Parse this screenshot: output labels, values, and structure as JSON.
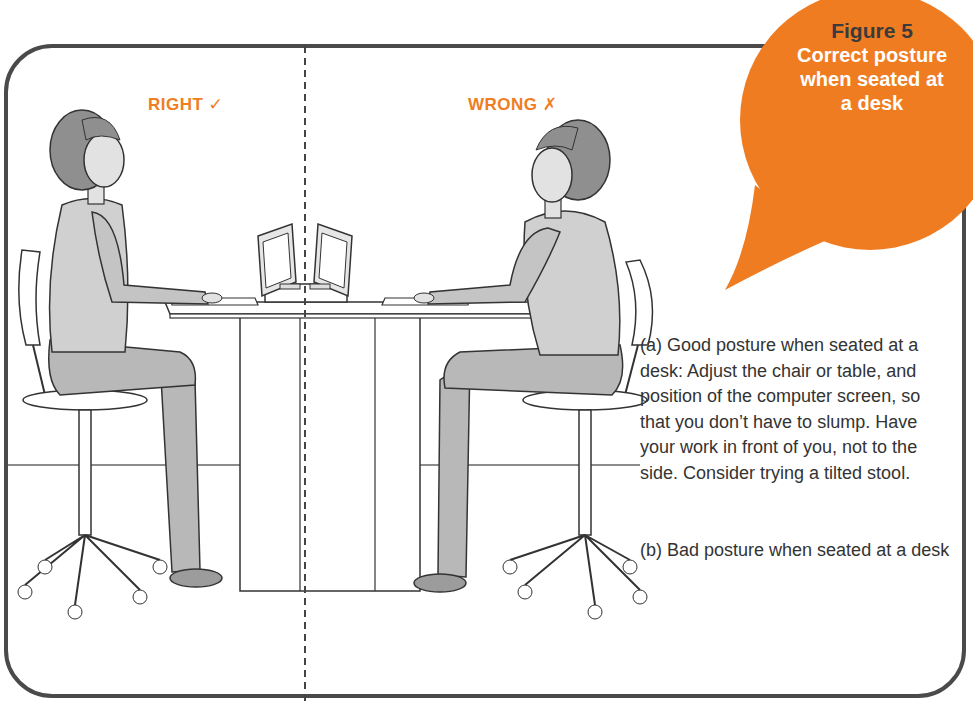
{
  "diagram": {
    "nodes": [
      {
        "text": [
          "Figure 5",
          "Correct posture when seated at a desk"
        ]
      }
    ],
    "labels": [
      "RIGHT ✓",
      "WRONG ✗",
      "(a) Good posture when seated at a desk: Adjust the chair or table, and position of the computer screen, so that you don’t have to slump. Have your work in front of you, not to the side. Consider trying a tilted stool.",
      "(b) Bad posture when seated at a desk"
    ]
  }
}
